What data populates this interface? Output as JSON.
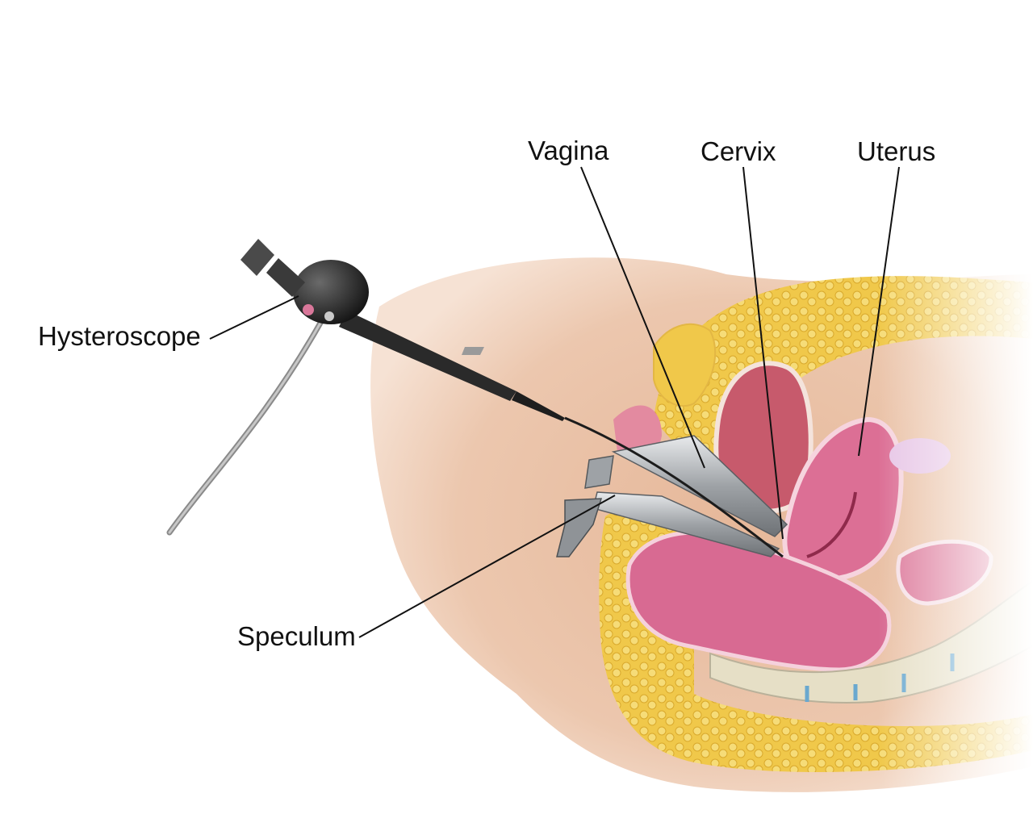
{
  "labels": {
    "vagina": "Vagina",
    "cervix": "Cervix",
    "uterus": "Uterus",
    "hysteroscope": "Hysteroscope",
    "speculum": "Speculum"
  },
  "colors": {
    "skin": "#e9c1a6",
    "fat": "#f1cf5a",
    "tissue": "#d9688f",
    "bladder": "#c45a6a",
    "scope": "#2b2b2b",
    "metal": "#b9bcbf",
    "bone": "#e3dcc4"
  }
}
